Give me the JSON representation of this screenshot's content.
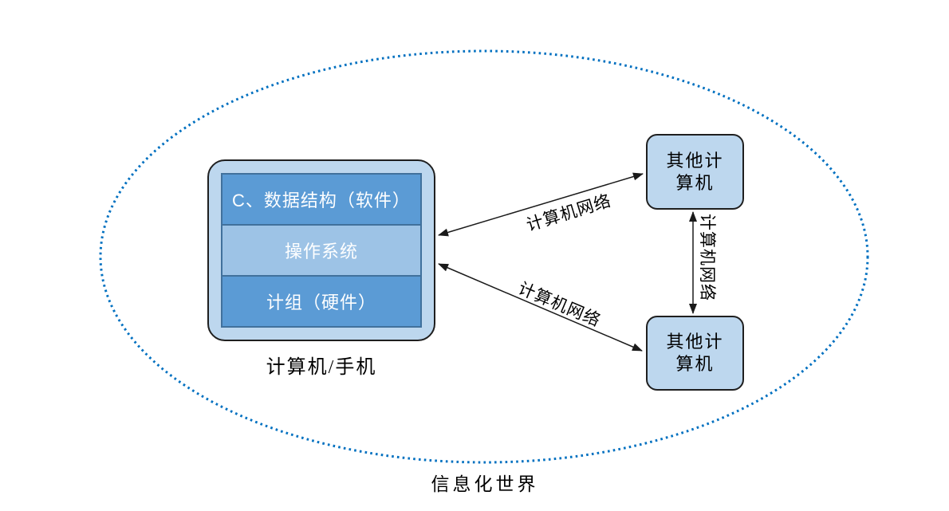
{
  "colors": {
    "container-fill": "#bdd7ee",
    "layer-dark": "#5b9bd5",
    "layer-light": "#9dc3e6",
    "layer-border": "#41719c",
    "shape-border": "#1f1f1f",
    "arrow-color": "#1a1a1a",
    "ellipse-dot": "#0070c0",
    "text-light": "#ffffff",
    "text-dark": "#000000"
  },
  "world": {
    "label": "信息化世界"
  },
  "computer": {
    "caption": "计算机/手机",
    "layers": [
      {
        "label": "C、数据结构（软件）"
      },
      {
        "label": "操作系统"
      },
      {
        "label": "计组（硬件）"
      }
    ]
  },
  "others": [
    {
      "line1": "其他计",
      "line2": "算机"
    },
    {
      "line1": "其他计",
      "line2": "算机"
    }
  ],
  "links": {
    "top_label": "计算机网络",
    "bottom_label": "计算机网络",
    "vertical_label": "计算机网络"
  }
}
